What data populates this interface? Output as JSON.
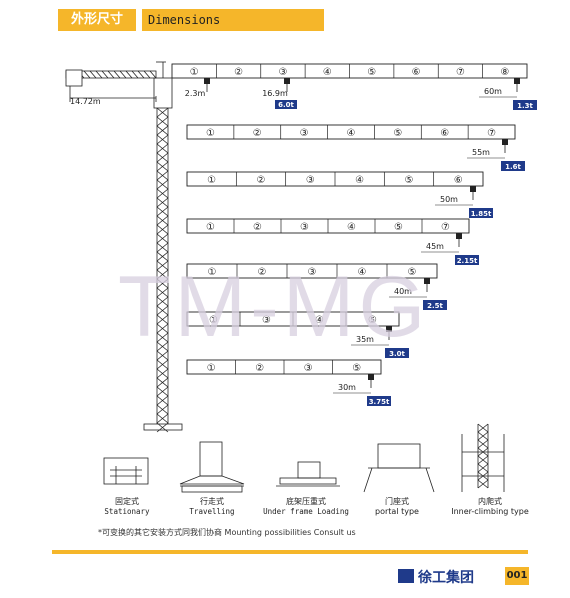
{
  "header": {
    "title_cn": "外形尺寸",
    "title_en": "Dimensions"
  },
  "watermark": "TM-MG",
  "counter_jib_label": "14.72m",
  "jibs": [
    {
      "segments": [
        "①",
        "②",
        "③",
        "④",
        "⑤",
        "⑥",
        "⑦",
        "⑧"
      ],
      "intermediate": [
        {
          "dist": "2.3m",
          "load": ""
        },
        {
          "dist": "16.9m",
          "load": "6.0t"
        }
      ],
      "tip": {
        "dist": "60m",
        "load": "1.3t"
      }
    },
    {
      "segments": [
        "①",
        "②",
        "③",
        "④",
        "⑤",
        "⑥",
        "⑦"
      ],
      "tip": {
        "dist": "55m",
        "load": "1.6t"
      }
    },
    {
      "segments": [
        "①",
        "②",
        "③",
        "④",
        "⑤",
        "⑥"
      ],
      "tip": {
        "dist": "50m",
        "load": "1.85t"
      }
    },
    {
      "segments": [
        "①",
        "②",
        "③",
        "④",
        "⑤",
        "⑦"
      ],
      "tip": {
        "dist": "45m",
        "load": "2.15t"
      }
    },
    {
      "segments": [
        "①",
        "②",
        "③",
        "④",
        "⑤"
      ],
      "tip": {
        "dist": "40m",
        "load": "2.5t"
      }
    },
    {
      "segments": [
        "①",
        "③",
        "④",
        "⑤"
      ],
      "tip": {
        "dist": "35m",
        "load": "3.0t"
      }
    },
    {
      "segments": [
        "①",
        "②",
        "③",
        "⑤"
      ],
      "tip": {
        "dist": "30m",
        "load": "3.75t"
      }
    }
  ],
  "bases": [
    {
      "cn": "固定式",
      "en": "Stationary"
    },
    {
      "cn": "行走式",
      "en": "Travelling"
    },
    {
      "cn": "底架压重式",
      "en": "Under frame Loading"
    },
    {
      "cn": "门座式",
      "en": "portal type"
    },
    {
      "cn": "内爬式",
      "en": "Inner-climbing type"
    }
  ],
  "note": "*可变换的其它安装方式同我们协商 Mounting possibilities Consult us",
  "footer": {
    "brand": "徐工集团",
    "page": "001"
  },
  "colors": {
    "accent": "#f5b62a",
    "brand_blue": "#1f3a8a"
  }
}
